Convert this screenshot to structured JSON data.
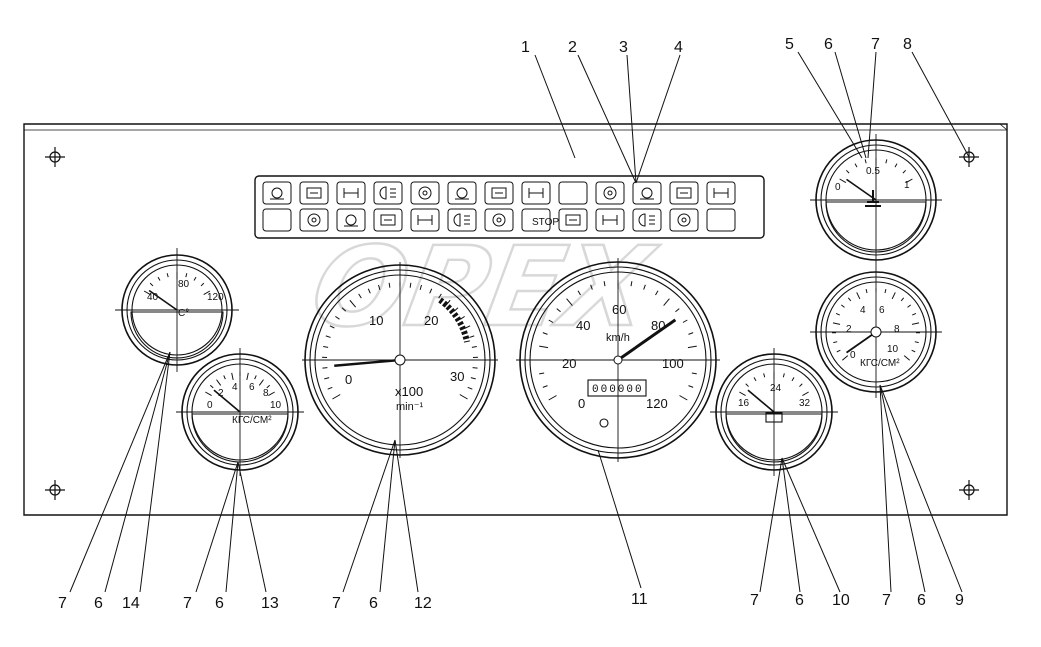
{
  "watermark": "OPEX",
  "callouts": [
    "1",
    "2",
    "3",
    "4",
    "5",
    "6",
    "7",
    "8",
    "7",
    "6",
    "14",
    "7",
    "6",
    "13",
    "7",
    "6",
    "12",
    "11",
    "7",
    "6",
    "10",
    "7",
    "6",
    "9"
  ],
  "tachometer": {
    "scale": [
      "0",
      "10",
      "20",
      "30"
    ],
    "unit_line1": "x100",
    "unit_line2": "min⁻¹"
  },
  "speedometer": {
    "scale": [
      "0",
      "20",
      "40",
      "60",
      "80",
      "100",
      "120"
    ],
    "unit": "km/h",
    "odometer": "000000"
  },
  "temp_gauge": {
    "scale": [
      "40",
      "80",
      "120"
    ],
    "unit": "C°"
  },
  "oil_pressure_gauge": {
    "scale": [
      "0",
      "2",
      "4",
      "6",
      "8",
      "10"
    ],
    "unit": "КГС/СМ²"
  },
  "small_pressure_gauge": {
    "scale": [
      "0",
      "0.5",
      "1"
    ]
  },
  "air_pressure_gauge": {
    "scale": [
      "0",
      "2",
      "4",
      "6",
      "8",
      "10"
    ],
    "unit": "КГС/СМ²"
  },
  "voltmeter": {
    "scale": [
      "16",
      "24",
      "32"
    ]
  },
  "telltales": {
    "stop_label": "STOP"
  },
  "icons": [
    "glow-plug-icon",
    "battery-icon",
    "low-beam-icon",
    "fog-light-icon",
    "high-beam-icon",
    "parking-light-icon",
    "turn-signal-icon",
    "trailer-turn-icon",
    "rear-fog-icon",
    "axle-lock-icon",
    "diff-lock-icon",
    "interaxle-lock-icon",
    "parking-brake-icon",
    "air-filter-icon",
    "fuel-filter-icon",
    "charge-icon",
    "coolant-level-icon",
    "coolant-temp-icon",
    "oil-level-icon",
    "oil-temp-icon",
    "brake-fault-icon",
    "abs-icon",
    "cab-lock-icon",
    "fuel-level-icon",
    "steering-icon"
  ]
}
